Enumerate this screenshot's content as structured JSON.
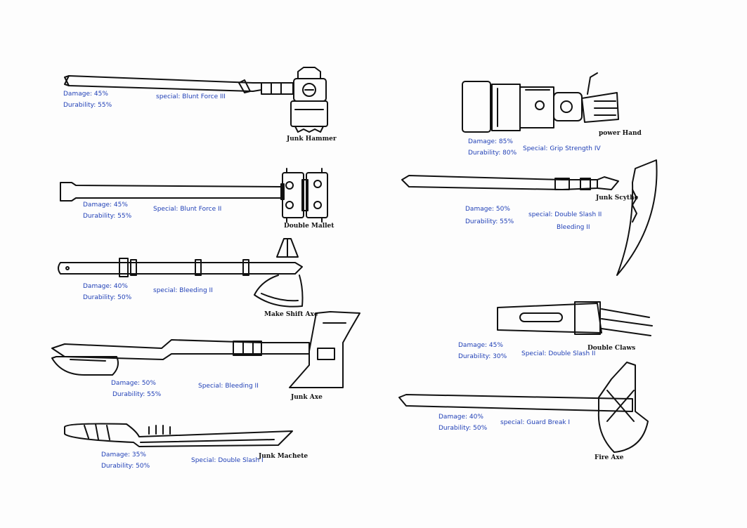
{
  "colors": {
    "ink": "#111111",
    "annotation": "#1f3fb6",
    "paper": "#fdfdfd"
  },
  "weapons": [
    {
      "name": "Junk Hammer",
      "damage": "Damage: 45%",
      "durability": "Durability: 55%",
      "special": "special:  Blunt Force III"
    },
    {
      "name": "Double Mallet",
      "damage": "Damage: 45%",
      "durability": "Durability: 55%",
      "special": "Special:  Blunt Force II"
    },
    {
      "name": "Make Shift Axe",
      "damage": "Damage: 40%",
      "durability": "Durability: 50%",
      "special": "special: Bleeding II"
    },
    {
      "name": "Junk Axe",
      "damage": "Damage: 50%",
      "durability": "Durability: 55%",
      "special": "Special: Bleeding II"
    },
    {
      "name": "Junk Machete",
      "damage": "Damage: 35%",
      "durability": "Durability: 50%",
      "special": "Special: Double Slash I"
    },
    {
      "name": "power Hand",
      "damage": "Damage: 85%",
      "durability": "Durability: 80%",
      "special": "Special: Grip Strength IV"
    },
    {
      "name": "Junk Scythe",
      "damage": "Damage: 50%",
      "durability": "Durability: 55%",
      "special": "special: Double Slash II",
      "special2": "Bleeding II"
    },
    {
      "name": "Double Claws",
      "damage": "Damage: 45%",
      "durability": "Durability: 30%",
      "special": "Special: Double Slash II"
    },
    {
      "name": "Fire Axe",
      "damage": "Damage: 40%",
      "durability": "Durability: 50%",
      "special": "special: Guard Break I"
    }
  ]
}
